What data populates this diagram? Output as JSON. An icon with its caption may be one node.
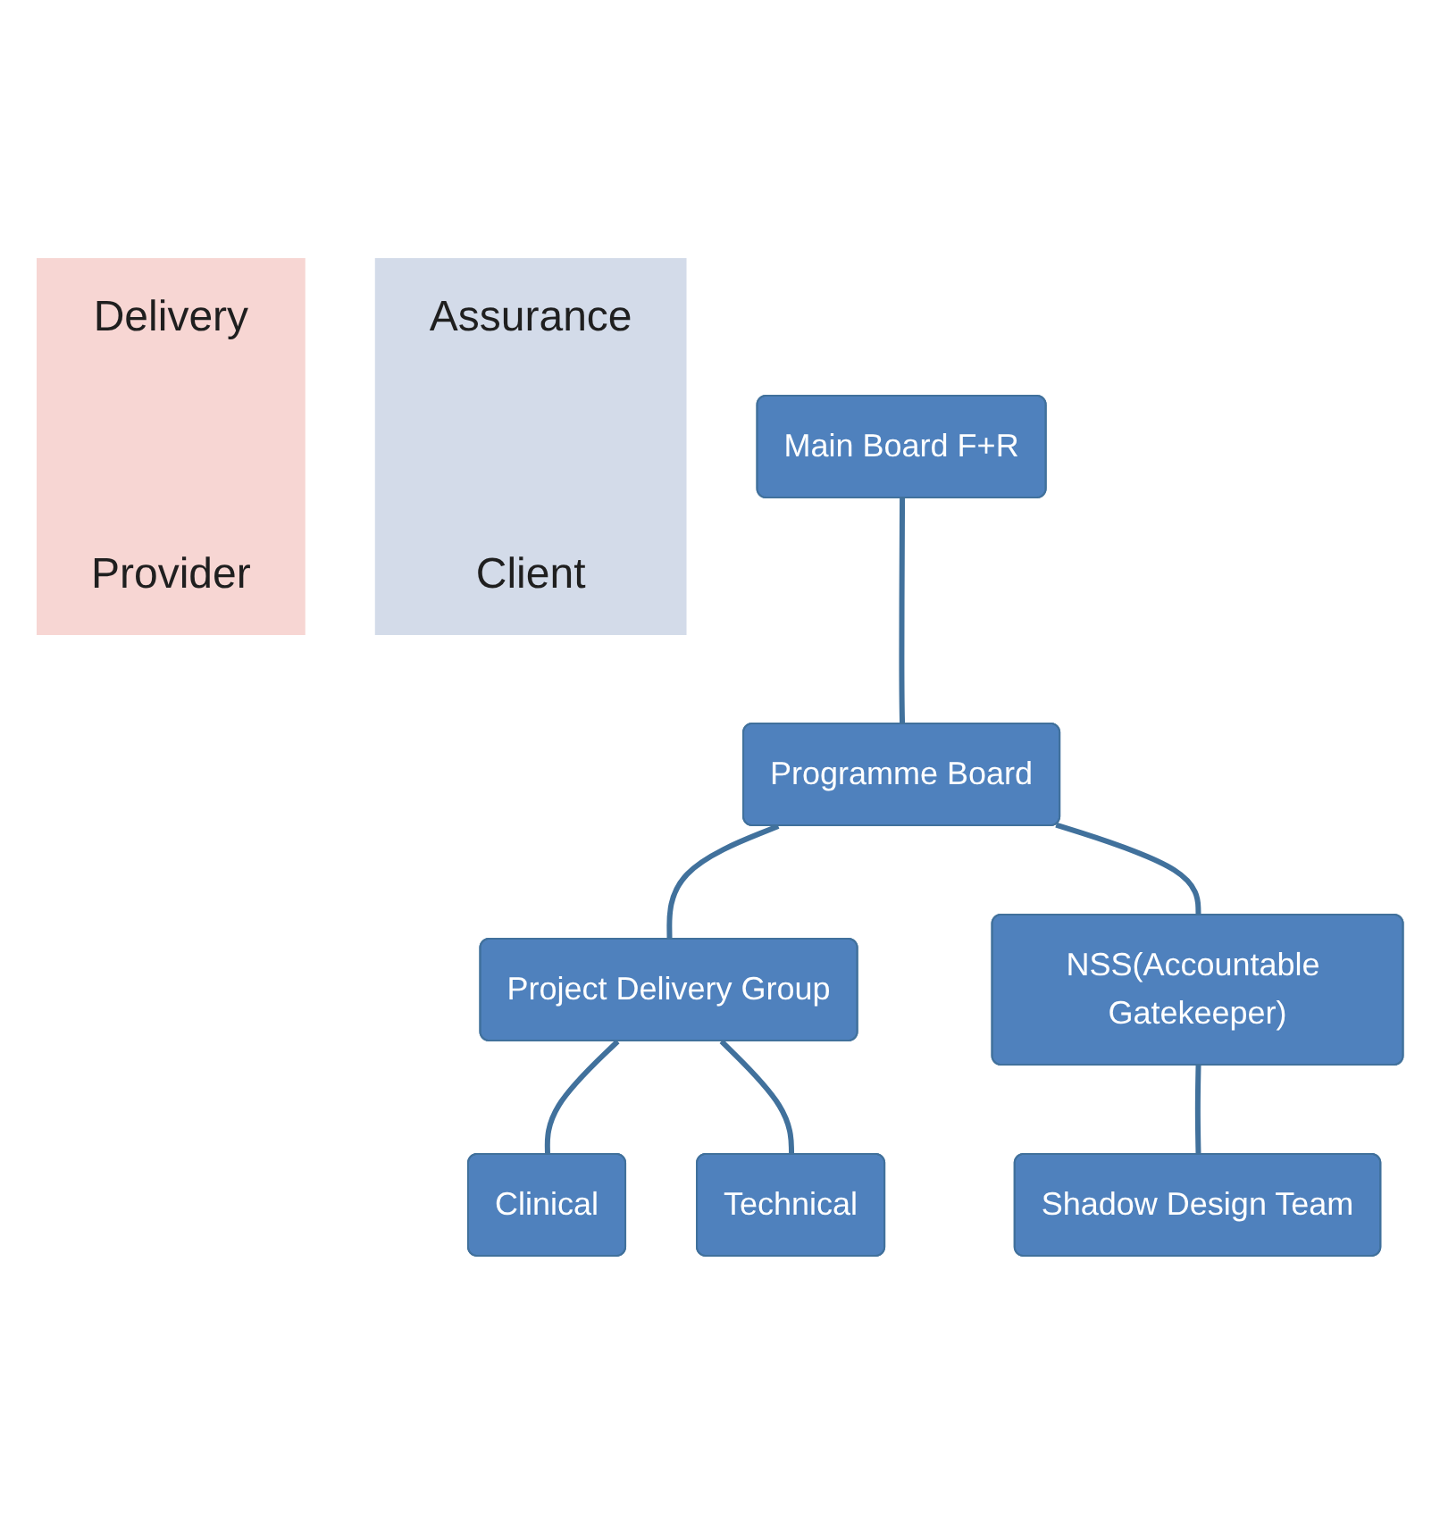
{
  "diagram": {
    "nodes": [
      {
        "text": [
          "Delivery",
          "Provider"
        ]
      },
      {
        "text": [
          "Assurance",
          "Client"
        ]
      },
      {
        "text": [
          "Main Board F+R"
        ]
      },
      {
        "text": [
          "Programme Board"
        ]
      },
      {
        "text": [
          "Project Delivery Group"
        ]
      },
      {
        "text": [
          "NSS(Accountable Gatekeeper)"
        ]
      },
      {
        "text": [
          "Clinical"
        ]
      },
      {
        "text": [
          "Technical"
        ]
      },
      {
        "text": [
          "Shadow Design Team"
        ]
      }
    ],
    "edges": [
      {
        "from": 2,
        "to": 3,
        "arrow": "none"
      },
      {
        "from": 3,
        "to": 4,
        "arrow": "none"
      },
      {
        "from": 3,
        "to": 5,
        "arrow": "none"
      },
      {
        "from": 4,
        "to": 6,
        "arrow": "none"
      },
      {
        "from": 4,
        "to": 7,
        "arrow": "none"
      },
      {
        "from": 5,
        "to": 8,
        "arrow": "none"
      }
    ]
  }
}
